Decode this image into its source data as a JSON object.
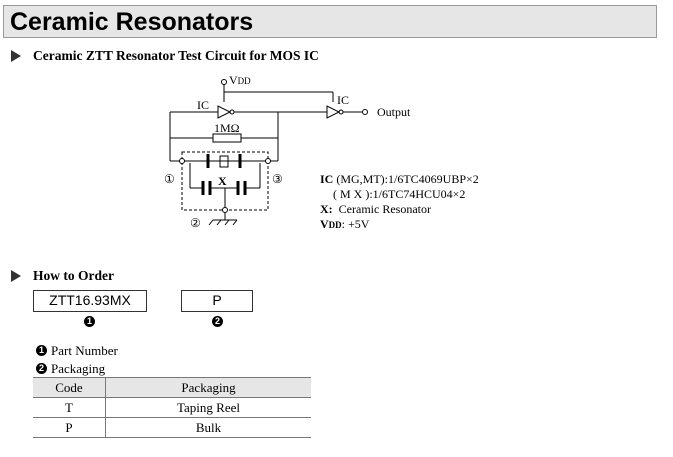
{
  "page_title": "Ceramic Resonators",
  "section1": {
    "heading": "Ceramic ZTT Resonator Test Circuit for MOS IC",
    "circuit": {
      "vdd_label": "V",
      "vdd_sub": "DD",
      "ic_label_1": "IC",
      "ic_label_2": "IC",
      "output_label": "Output",
      "resistor_label": "1MΩ",
      "x_label": "X",
      "node1": "①",
      "node2": "②",
      "node3": "③"
    },
    "notes": {
      "ic_key": "IC",
      "ic_line1": "(MG,MT):1/6TC4069UBP×2",
      "ic_line2": "( M X ):1/6TC74HCU04×2",
      "x_key": "X:",
      "x_value": "Ceramic Resonator",
      "vdd_key": "V",
      "vdd_sub": "DD",
      "vdd_value": ": +5V"
    }
  },
  "section2": {
    "heading": "How to Order",
    "part_box": "ZTT16.93MX",
    "pack_box": "P",
    "bullet1": "1",
    "bullet2": "2",
    "legend1": "Part Number",
    "legend2": "Packaging",
    "table": {
      "headers": [
        "Code",
        "Packaging"
      ],
      "rows": [
        [
          "T",
          "Taping Reel"
        ],
        [
          "P",
          "Bulk"
        ]
      ]
    }
  },
  "colors": {
    "title_bg": "#e6e6e6",
    "triangle": "#333333"
  }
}
